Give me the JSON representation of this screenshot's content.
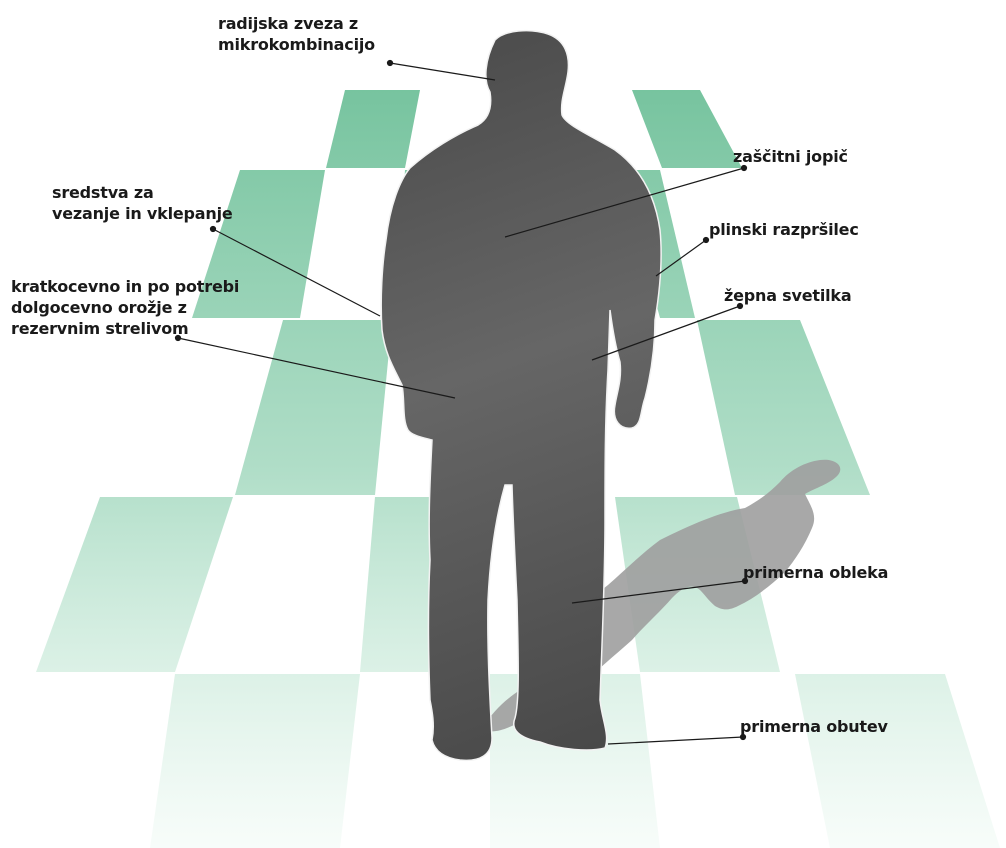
{
  "colors": {
    "background": "#ffffff",
    "tile": "#5fb98e",
    "figure": "#555555",
    "shadow": "#9a9a9a",
    "leader": "#1a1a1a"
  },
  "labels": {
    "radio": [
      "radijska zveza z",
      "mikrokombinacijo"
    ],
    "jacket": [
      "zaščitni jopič"
    ],
    "restraints": [
      "sredstva za",
      "vezanje in vklepanje"
    ],
    "spray": [
      "plinski razpršilec"
    ],
    "weapon": [
      "kratkocevno in po potrebi",
      "dolgocevno orožje z",
      "rezervnim strelivom"
    ],
    "flashlight": [
      "žepna svetilka"
    ],
    "clothing": [
      "primerna obleka"
    ],
    "footwear": [
      "primerna obutev"
    ]
  }
}
